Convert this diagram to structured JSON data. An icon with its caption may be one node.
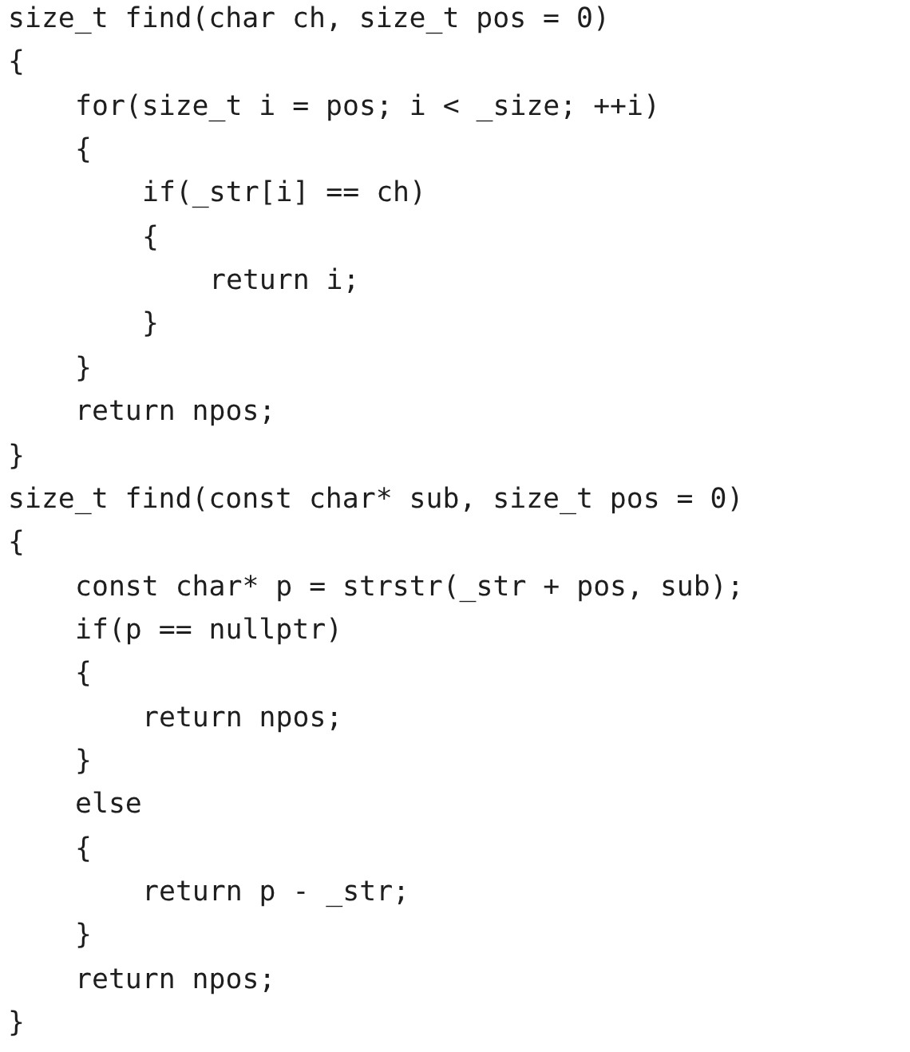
{
  "diagram": {
    "labels": [
      "size_t find(char ch, size_t pos = 0)",
      "{",
      "for(size_t i = pos; i < _size; ++i)",
      "{",
      "if(_str[i] == ch)",
      "{",
      "return i;",
      "}",
      "}",
      "return npos;",
      "}",
      "size_t find(const char* sub, size_t pos = 0)",
      "{",
      "const char* p = strstr(_str + pos, sub);",
      "if(p == nullptr)",
      "{",
      "return npos;",
      "}",
      "else",
      "{",
      "return p - _str;",
      "}",
      "return npos;",
      "}"
    ]
  }
}
